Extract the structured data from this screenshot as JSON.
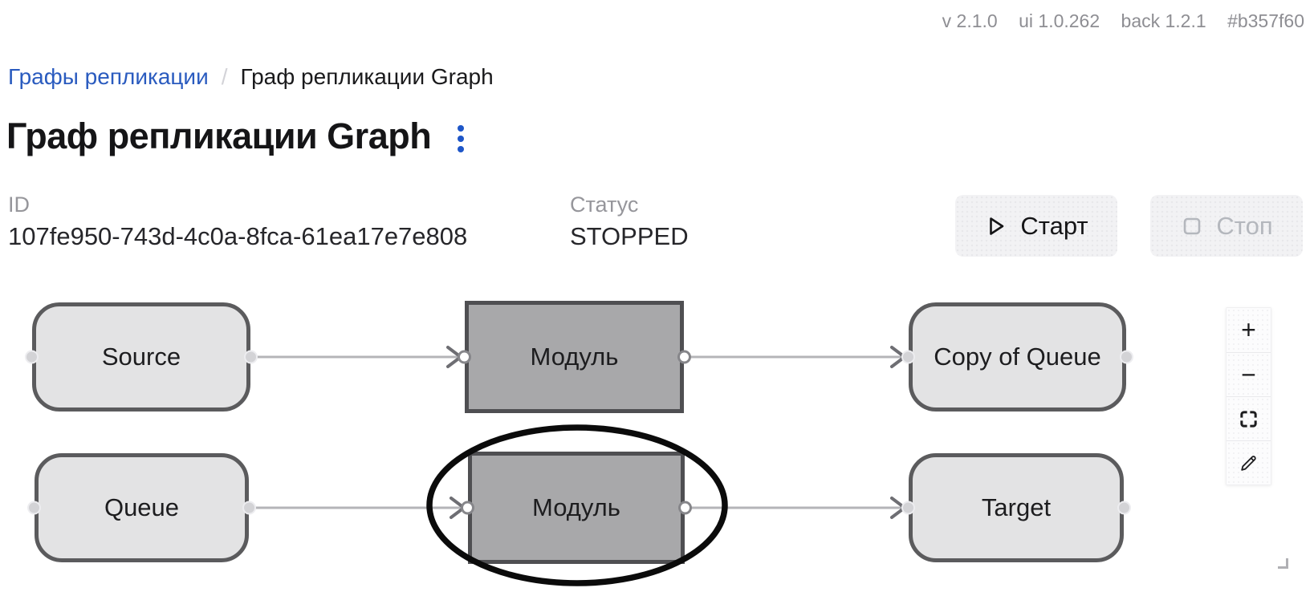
{
  "version_bar": {
    "app_version": "v 2.1.0",
    "ui_version": "ui 1.0.262",
    "back_version": "back 1.2.1",
    "build_hash": "#b357f60"
  },
  "breadcrumb": {
    "parent": "Графы репликации",
    "separator": "/",
    "current": "Граф репликации Graph"
  },
  "page": {
    "title": "Граф репликации Graph"
  },
  "details": {
    "id_label": "ID",
    "id_value": "107fe950-743d-4c0a-8fca-61ea17e7e808",
    "status_label": "Статус",
    "status_value": "STOPPED"
  },
  "actions": {
    "start": "Старт",
    "stop": "Стоп",
    "stop_disabled": true
  },
  "graph": {
    "nodes": [
      {
        "id": "source",
        "label": "Source",
        "shape": "rounded",
        "row": "top"
      },
      {
        "id": "module-top",
        "label": "Модуль",
        "shape": "rect",
        "row": "top"
      },
      {
        "id": "copy-of-queue",
        "label": "Copy of Queue",
        "shape": "rounded",
        "row": "top"
      },
      {
        "id": "queue",
        "label": "Queue",
        "shape": "rounded",
        "row": "bottom"
      },
      {
        "id": "module-bottom",
        "label": "Модуль",
        "shape": "rect",
        "row": "bottom",
        "annotated": true
      },
      {
        "id": "target",
        "label": "Target",
        "shape": "rounded",
        "row": "bottom"
      }
    ],
    "edges": [
      {
        "from": "source",
        "to": "module-top"
      },
      {
        "from": "module-top",
        "to": "copy-of-queue"
      },
      {
        "from": "queue",
        "to": "module-bottom"
      },
      {
        "from": "module-bottom",
        "to": "target"
      }
    ],
    "annotation": {
      "type": "ellipse",
      "target": "module-bottom",
      "color": "#0b0b0b"
    }
  },
  "toolbar": {
    "zoom_in": "+",
    "zoom_out": "−",
    "fit_view": "fit-view",
    "edit": "edit"
  },
  "colors": {
    "accent_blue": "#2a5bbf",
    "kebab_blue": "#1e56c8",
    "node_fill": "#e3e3e4",
    "module_fill": "#a8a8aa",
    "node_border": "#5b5b5d",
    "edge_line": "#b4b4b8",
    "arrow_head": "#6e6e73",
    "disabled_text": "#b4b7bd",
    "label_gray": "#96969b"
  }
}
